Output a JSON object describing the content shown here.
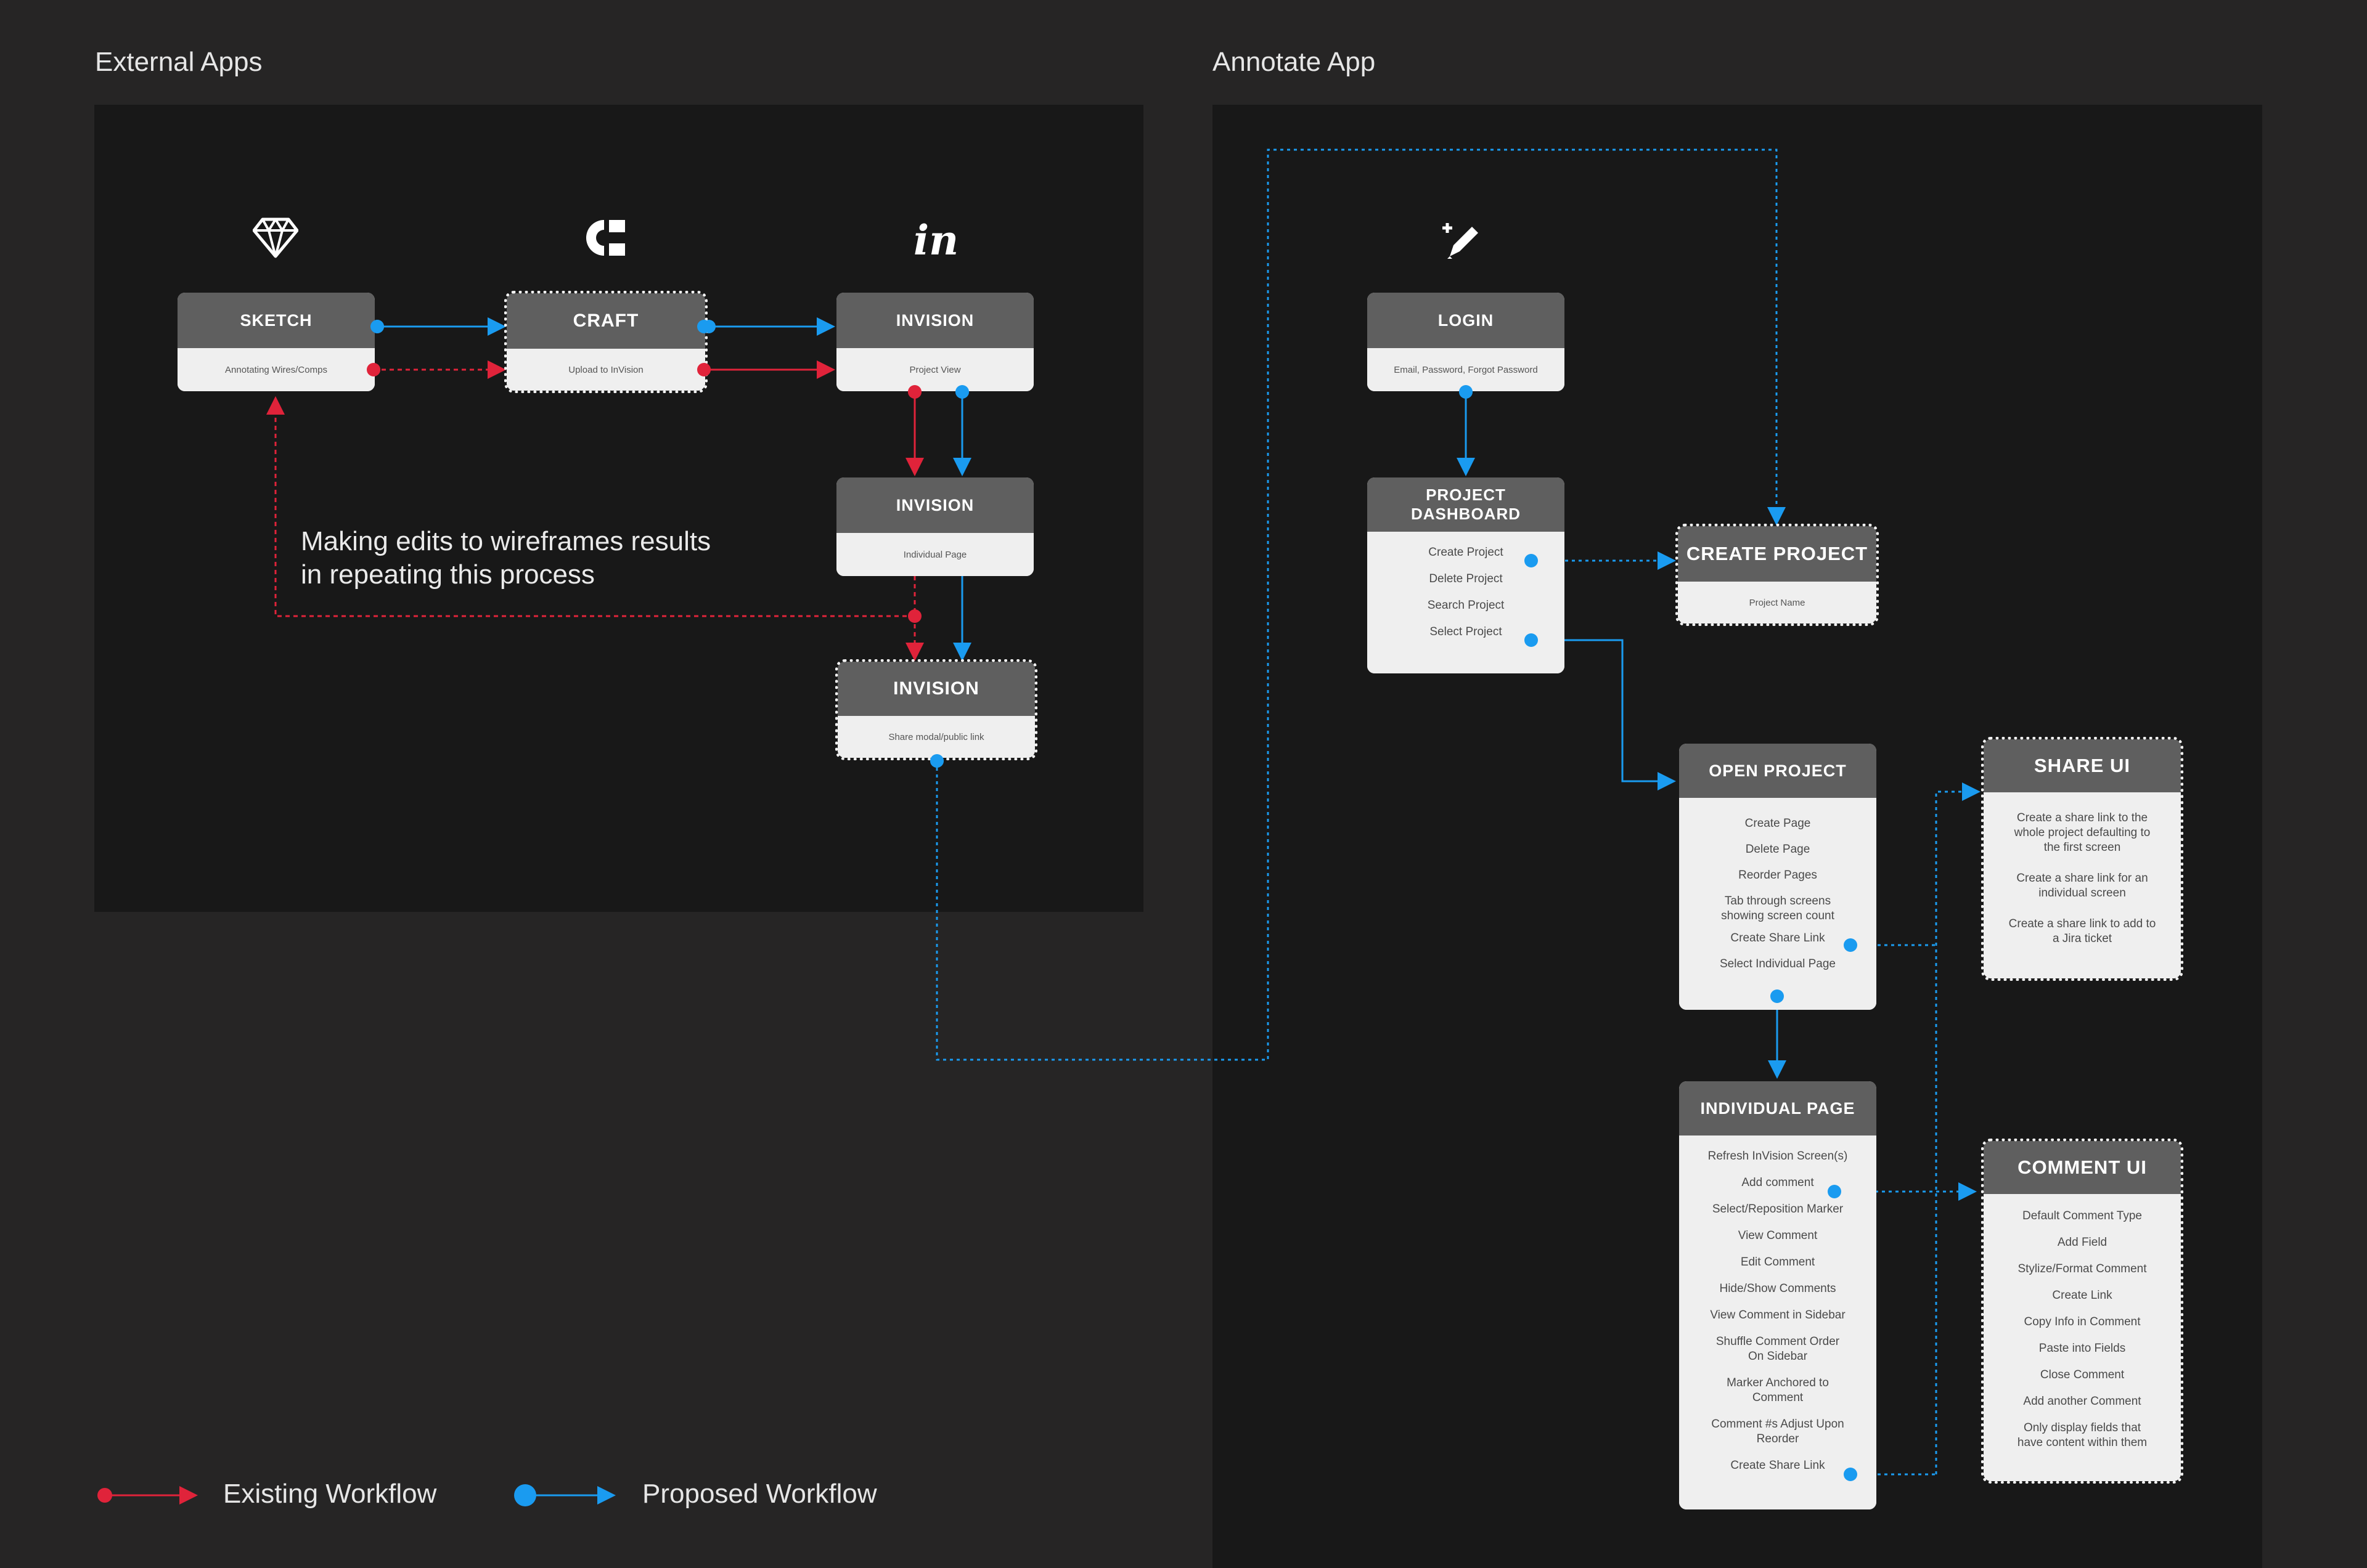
{
  "sections": {
    "external": "External Apps",
    "annotate": "Annotate App"
  },
  "note": {
    "line1": "Making edits to wireframes results",
    "line2": "in repeating this process"
  },
  "nodes": {
    "sketch": {
      "title": "SKETCH",
      "sub": "Annotating Wires/Comps"
    },
    "craft": {
      "title": "CRAFT",
      "sub": "Upload to InVision"
    },
    "invision1": {
      "title": "INVISION",
      "sub": "Project View"
    },
    "invision2": {
      "title": "INVISION",
      "sub": "Individual Page"
    },
    "invision3": {
      "title": "INVISION",
      "sub": "Share modal/public link"
    },
    "login": {
      "title": "LOGIN",
      "sub": "Email, Password, Forgot Password"
    },
    "dashboard": {
      "title1": "PROJECT",
      "title2": "DASHBOARD",
      "items": [
        "Create Project",
        "Delete Project",
        "Search Project",
        "Select Project"
      ]
    },
    "create_project": {
      "title": "CREATE PROJECT",
      "sub": "Project Name"
    },
    "open_project": {
      "title": "OPEN PROJECT",
      "items": [
        "Create Page",
        "Delete Page",
        "Reorder Pages",
        "Tab through screens showing screen count",
        "Create Share Link",
        "Select Individual Page"
      ]
    },
    "share_ui": {
      "title": "SHARE UI",
      "items": [
        "Create a share link to the whole project defaulting to the first screen",
        "Create a share link for an individual screen",
        "Create a share link to add to a Jira ticket"
      ]
    },
    "individual_page": {
      "title": "INDIVIDUAL PAGE",
      "items": [
        "Refresh InVision Screen(s)",
        "Add comment",
        "Select/Reposition Marker",
        "View Comment",
        "Edit Comment",
        "Hide/Show Comments",
        "View Comment in Sidebar",
        "Shuffle Comment Order On Sidebar",
        "Marker Anchored to Comment",
        "Comment #s Adjust Upon Reorder",
        "Create Share Link"
      ]
    },
    "comment_ui": {
      "title": "COMMENT UI",
      "items": [
        "Default Comment Type",
        "Add Field",
        "Stylize/Format Comment",
        "Create Link",
        "Copy Info in Comment",
        "Paste into Fields",
        "Close Comment",
        "Add another Comment",
        "Only display fields that have content within them"
      ]
    }
  },
  "legend": {
    "existing": "Existing Workflow",
    "proposed": "Proposed Workflow"
  },
  "colors": {
    "existing": "#e0233a",
    "proposed": "#1a9bf0",
    "panel": "#181818",
    "background": "#262525"
  },
  "icons": [
    "sketch-diamond-icon",
    "craft-logo-icon",
    "invision-logo-icon",
    "annotate-pencil-icon"
  ]
}
